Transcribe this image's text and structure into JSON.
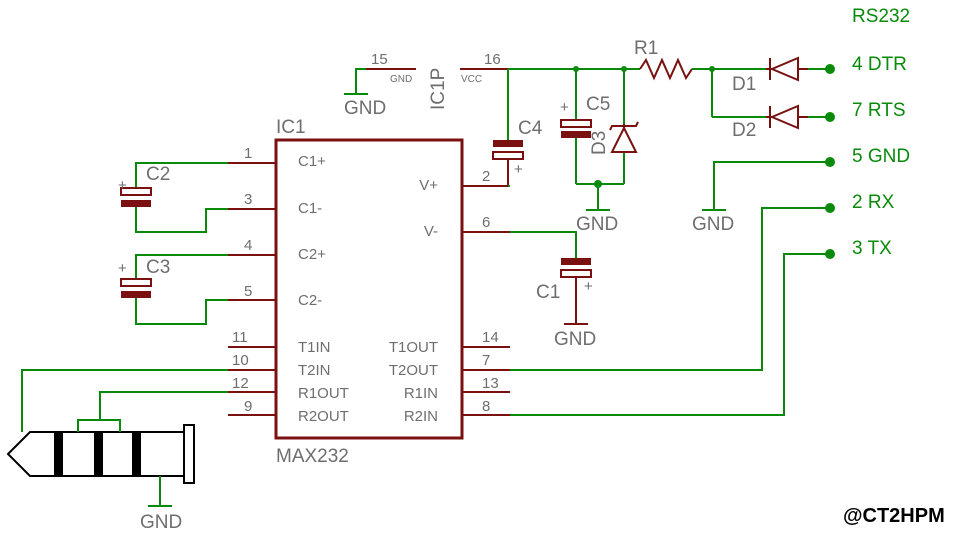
{
  "ic": {
    "ref": "IC1",
    "part": "MAX232",
    "power_ref": "IC1P",
    "pin_names_left": [
      "C1+",
      "C1-",
      "C2+",
      "C2-",
      "T1IN",
      "T2IN",
      "R1OUT",
      "R2OUT"
    ],
    "pin_nums_left": [
      "1",
      "3",
      "4",
      "5",
      "11",
      "10",
      "12",
      "9"
    ],
    "pin_names_right": [
      "V+",
      "V-",
      "T1OUT",
      "T2OUT",
      "R1IN",
      "R2IN"
    ],
    "pin_nums_right": [
      "2",
      "6",
      "14",
      "7",
      "13",
      "8"
    ],
    "gnd_pin": "15",
    "gnd_name": "GND",
    "vcc_pin": "16",
    "vcc_name": "VCC"
  },
  "components": {
    "c1": "C1",
    "c2": "C2",
    "c3": "C3",
    "c4": "C4",
    "c5": "C5",
    "r1": "R1",
    "d1": "D1",
    "d2": "D2",
    "d3": "D3",
    "plus": "+"
  },
  "gnd_label": "GND",
  "connector": {
    "title": "RS232",
    "pins": [
      "4 DTR",
      "7 RTS",
      "5 GND",
      "2 RX",
      "3 TX"
    ]
  },
  "credit": "@CT2HPM",
  "colors": {
    "wire": "#0a8a0a",
    "component": "#7a1010",
    "text": "#6e6e6e"
  }
}
